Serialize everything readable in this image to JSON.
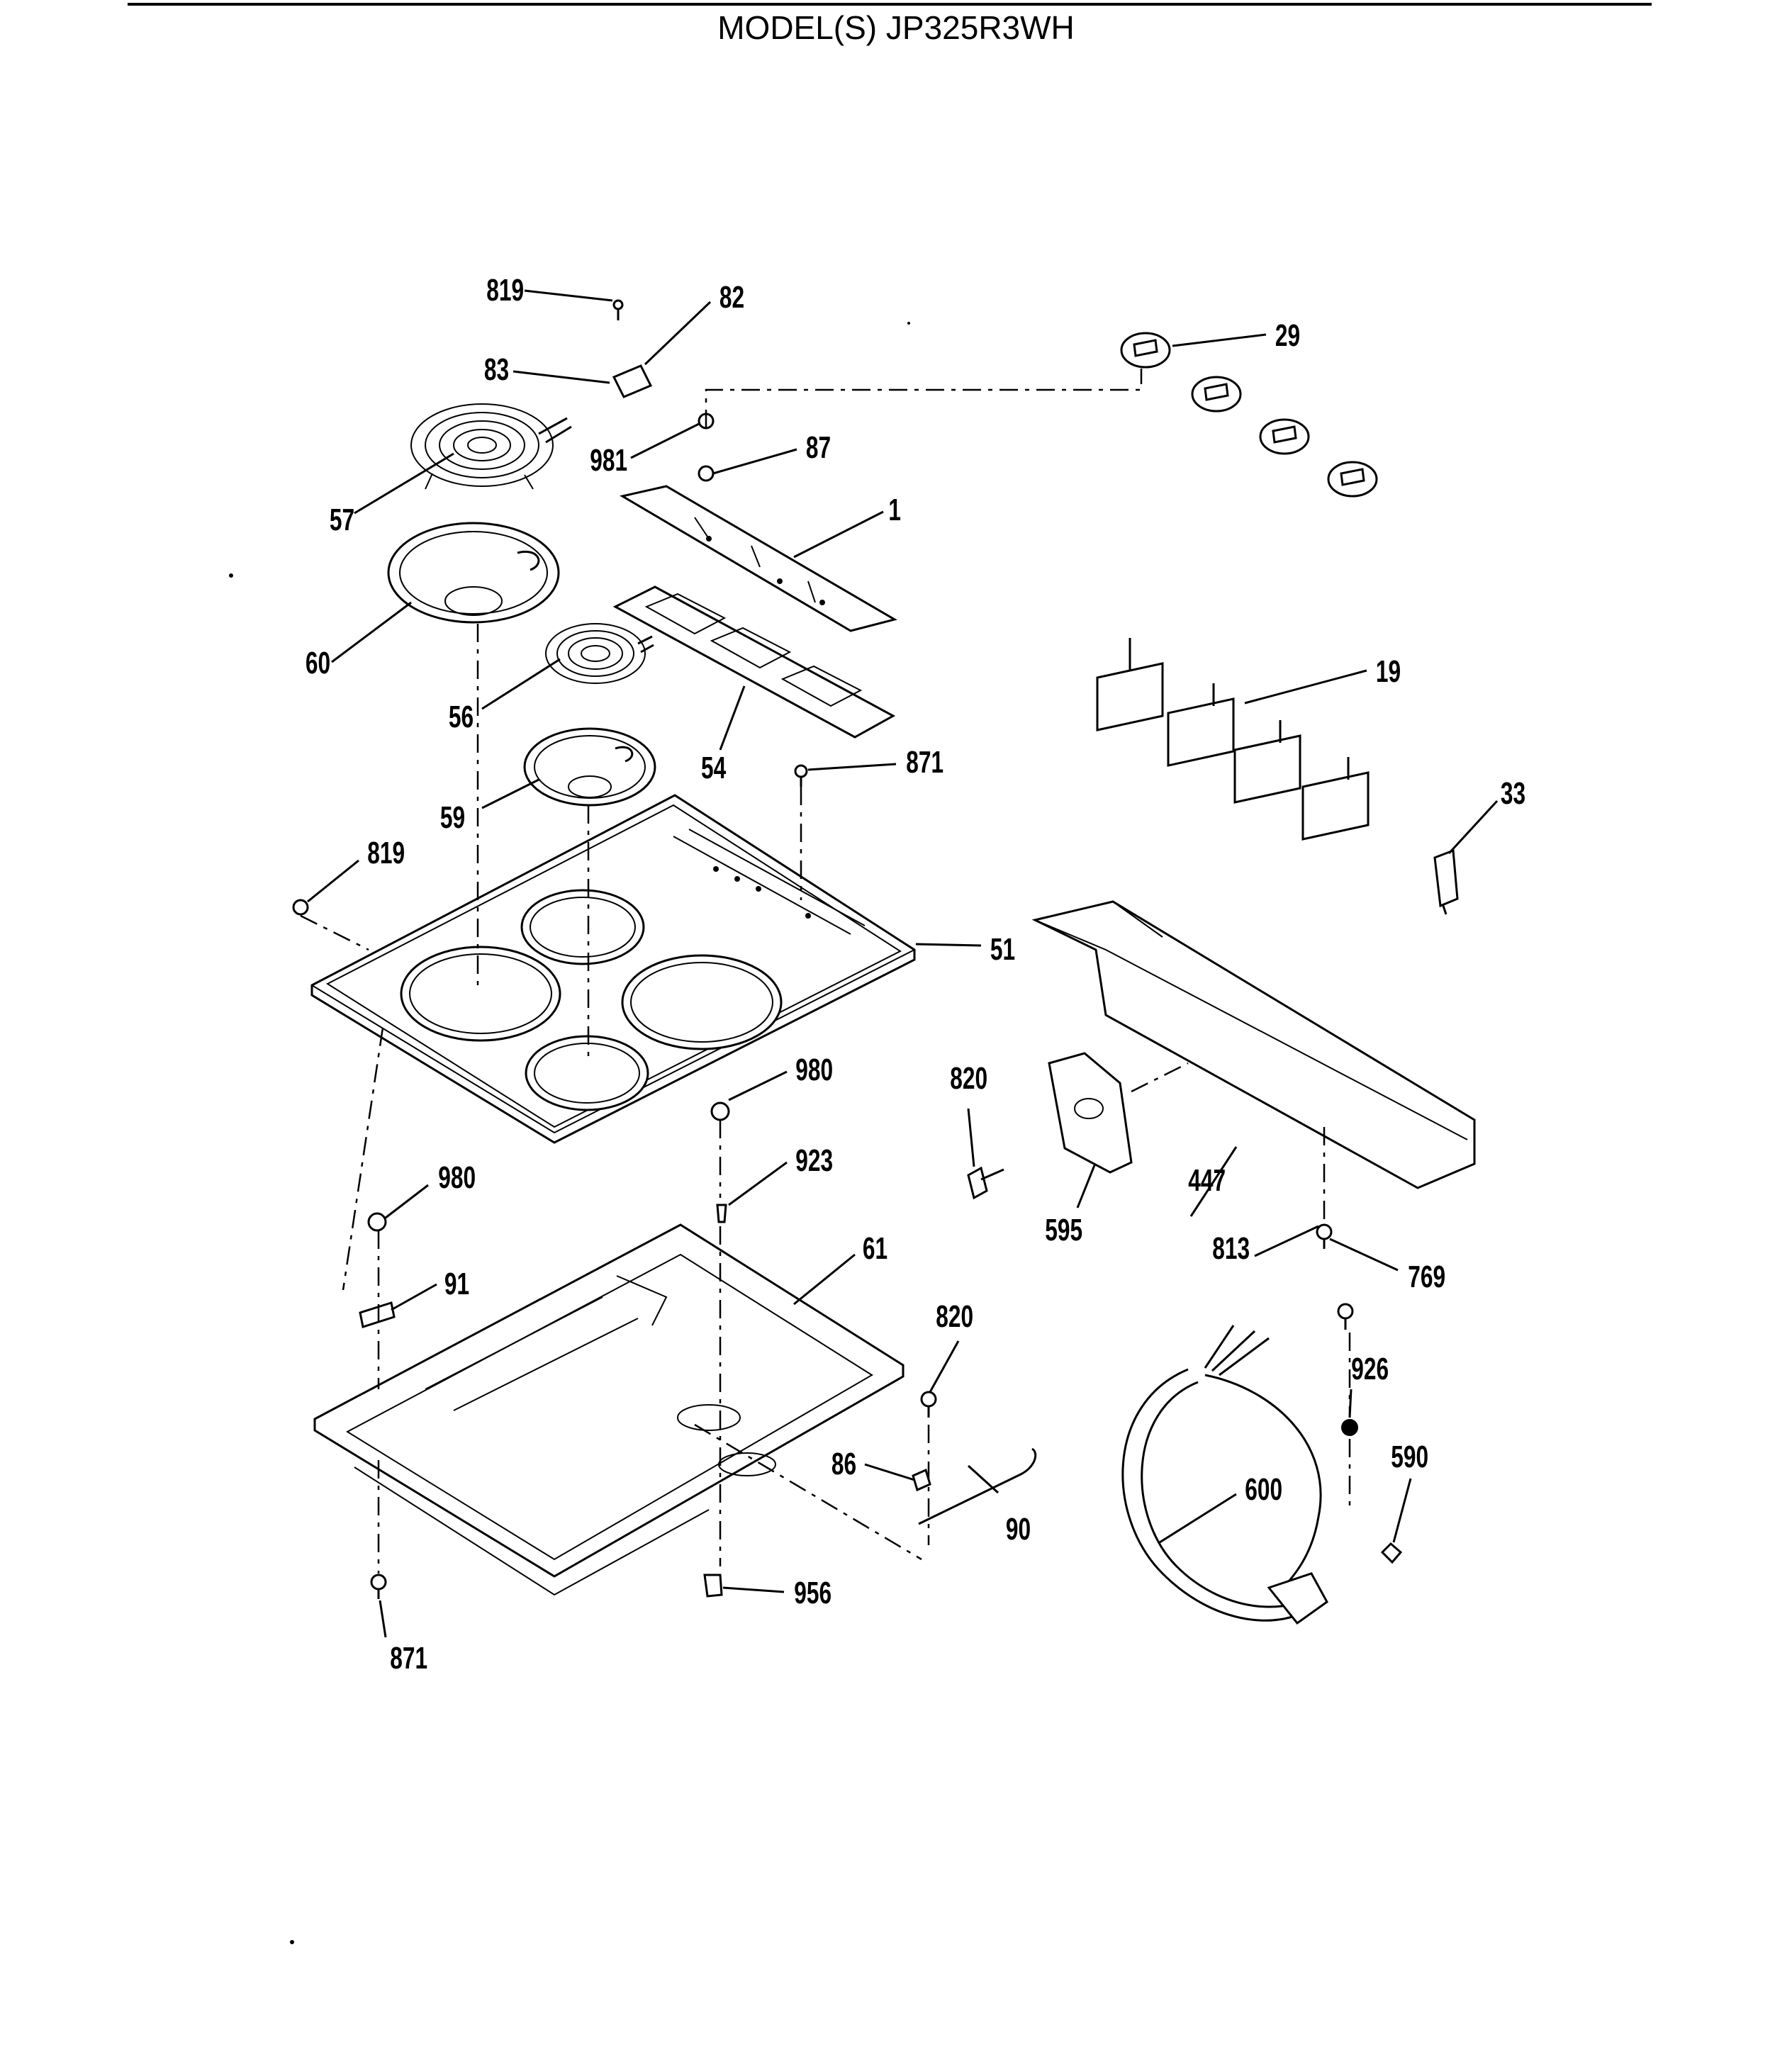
{
  "header": {
    "model": "MODEL(S) JP325R3WH"
  },
  "parts": {
    "p819a": "819",
    "p82": "82",
    "p83": "83",
    "p29": "29",
    "p981": "981",
    "p87": "87",
    "p57": "57",
    "p1": "1",
    "p60": "60",
    "p56": "56",
    "p54": "54",
    "p19": "19",
    "p871a": "871",
    "p59": "59",
    "p33": "33",
    "p819b": "819",
    "p51": "51",
    "p980a": "980",
    "p820a": "820",
    "p923": "923",
    "p980b": "980",
    "p447": "447",
    "p595": "595",
    "p61": "61",
    "p813": "813",
    "p769": "769",
    "p91": "91",
    "p820b": "820",
    "p926": "926",
    "p590": "590",
    "p600": "600",
    "p86": "86",
    "p90": "90",
    "p956": "956",
    "p871b": "871"
  }
}
